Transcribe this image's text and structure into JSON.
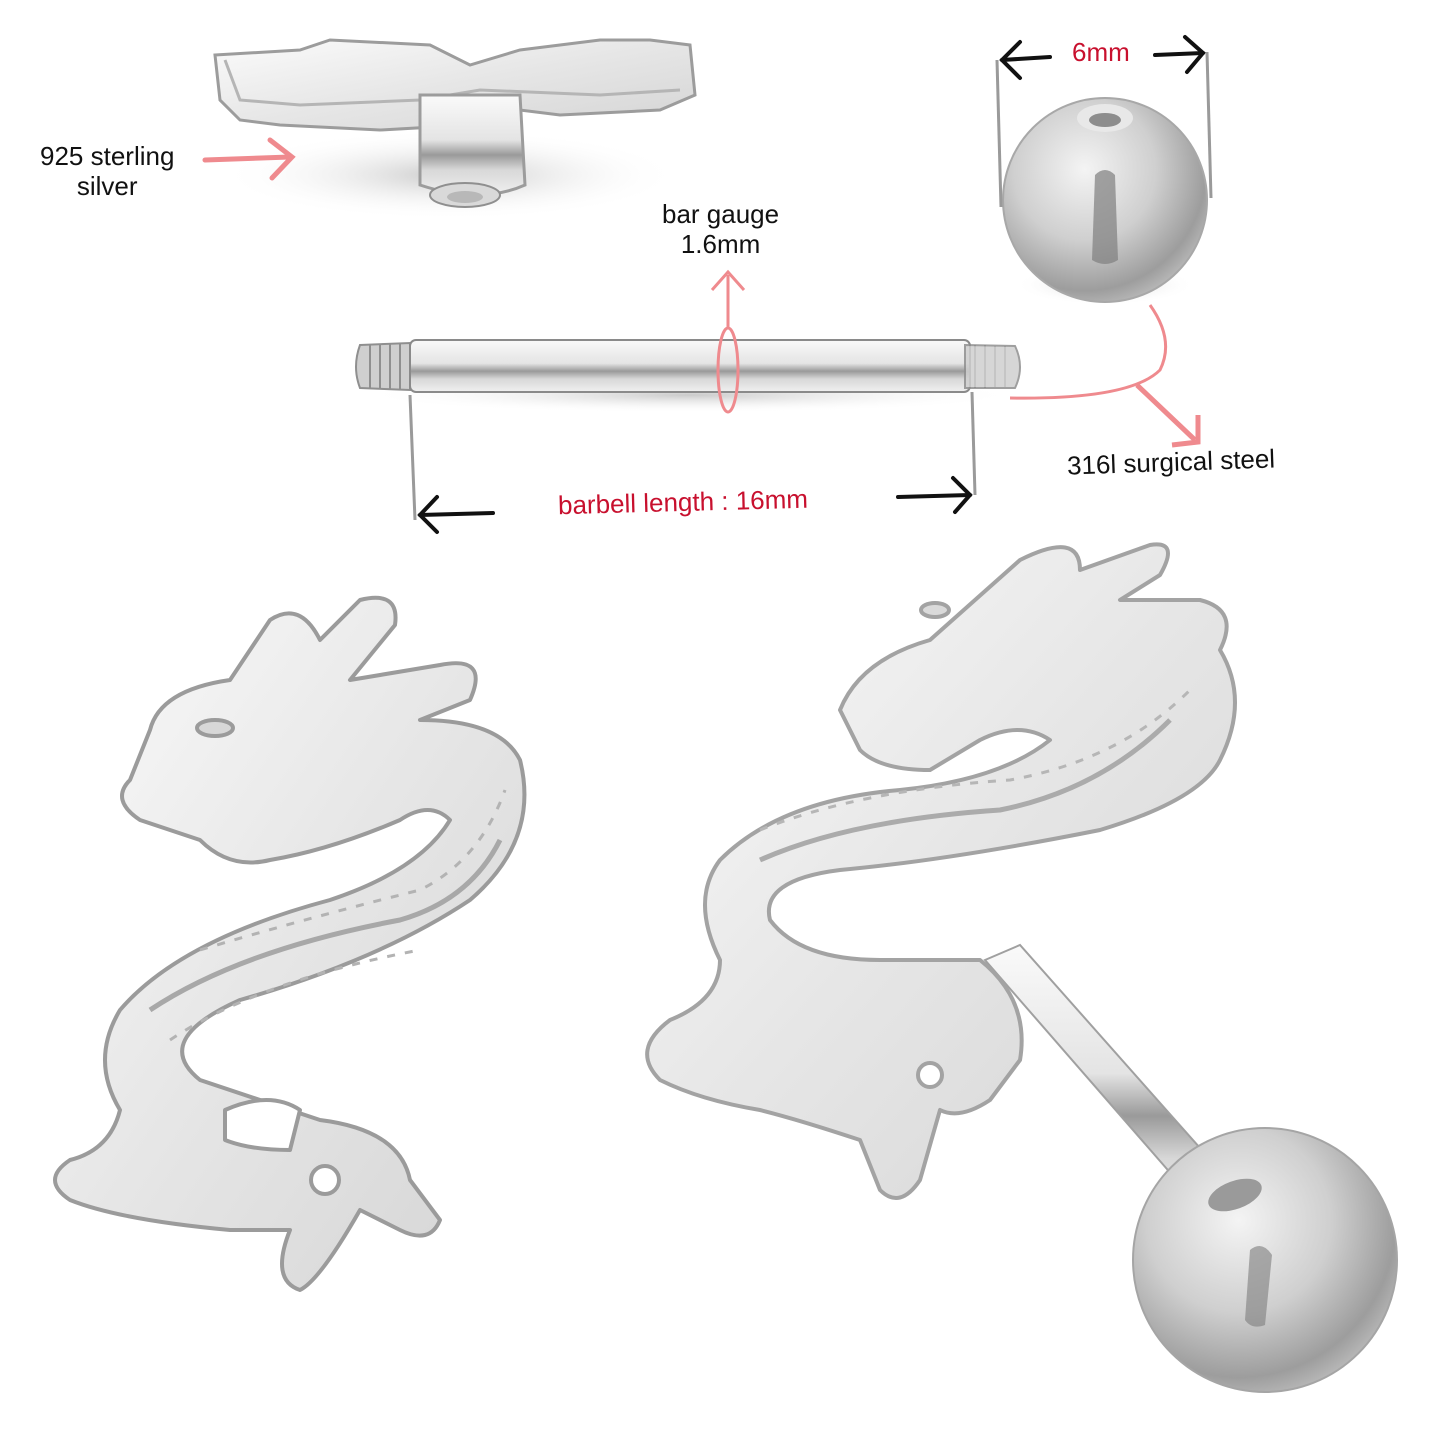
{
  "annotations": {
    "material_top": {
      "line1": "925 sterling",
      "line2": "silver"
    },
    "ball_size": "6mm",
    "bar_gauge": {
      "line1": "bar gauge",
      "line2": "1.6mm"
    },
    "barbell_length": "barbell length : 16mm",
    "material_steel": "316l surgical steel"
  },
  "colors": {
    "background": "#ffffff",
    "annotation_red": "#c8102e",
    "pointer_pink": "#ef8a8e",
    "arrow_black": "#111111",
    "silver_light": "#f2f2f2",
    "silver_mid": "#c9c9c9",
    "silver_dark": "#8a8a8a"
  },
  "components": [
    {
      "id": "dragon-top",
      "description": "dragon top (side view)"
    },
    {
      "id": "steel-ball",
      "description": "6mm threaded ball"
    },
    {
      "id": "barbell-bar",
      "description": "16mm threaded bar"
    },
    {
      "id": "dragon-front",
      "description": "dragon top (front view)"
    },
    {
      "id": "assembled-barbell",
      "description": "dragon top on barbell with ball"
    }
  ]
}
